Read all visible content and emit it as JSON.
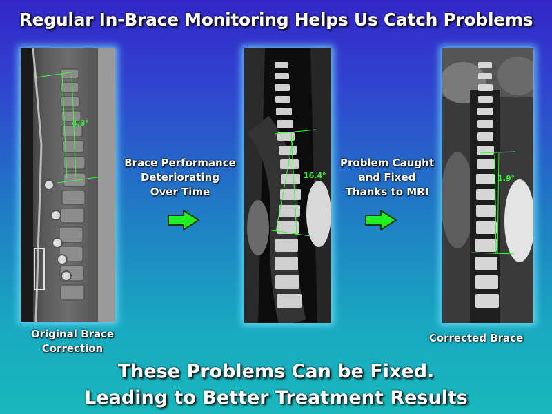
{
  "title": "Regular In-Brace Monitoring Helps Us Catch Problems",
  "panels": [
    {
      "caption_line1": "Original Brace",
      "caption_line2": "Correction",
      "angle": "4.3°"
    },
    {
      "angle": "16.4°"
    },
    {
      "caption_line1": "Corrected Brace",
      "angle": "1.9°"
    }
  ],
  "steps": [
    {
      "line1": "Brace Performance",
      "line2": "Deteriorating",
      "line3": "Over Time"
    },
    {
      "line1": "Problem Caught",
      "line2": "and Fixed",
      "line3": "Thanks to MRI"
    }
  ],
  "footer": {
    "line1": "These Problems Can be Fixed.",
    "line2": "Leading to Better Treatment Results"
  },
  "colors": {
    "arrow": "#22ee22",
    "measurement": "#33ff33",
    "glow": "#78e6ff"
  },
  "icons": [
    "right-arrow-icon"
  ]
}
